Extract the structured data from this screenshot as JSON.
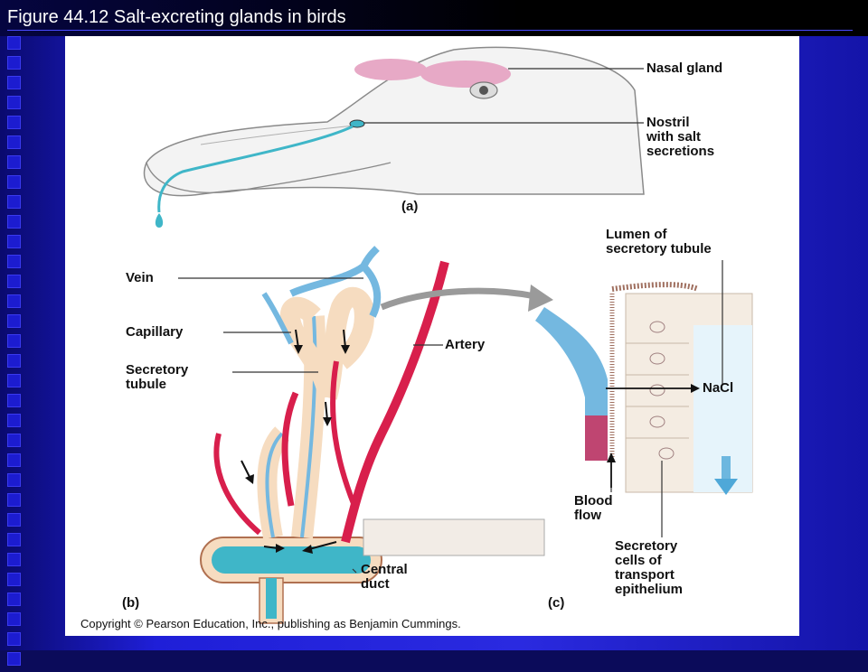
{
  "slide": {
    "title": "Figure 44.12  Salt-excreting glands in birds",
    "copyright": "Copyright © Pearson Education, Inc., publishing as Benjamin Cummings."
  },
  "labels": {
    "nasal_gland": "Nasal gland",
    "nostril": "Nostril\nwith salt\nsecretions",
    "panel_a": "(a)",
    "vein": "Vein",
    "capillary": "Capillary",
    "secretory_tubule": "Secretory\ntubule",
    "artery": "Artery",
    "central_duct": "Central\nduct",
    "panel_b": "(b)",
    "lumen": "Lumen of\nsecretory tubule",
    "nacl": "NaCl",
    "blood_flow": "Blood\nflow",
    "secretory_cells": "Secretory\ncells of\ntransport\nepithelium",
    "panel_c": "(c)"
  },
  "colors": {
    "nasal_gland": "#e7a9c6",
    "artery": "#d81f4c",
    "vein": "#74b8e0",
    "duct": "#3fb6c8",
    "tubule": "#f6dcc0"
  }
}
